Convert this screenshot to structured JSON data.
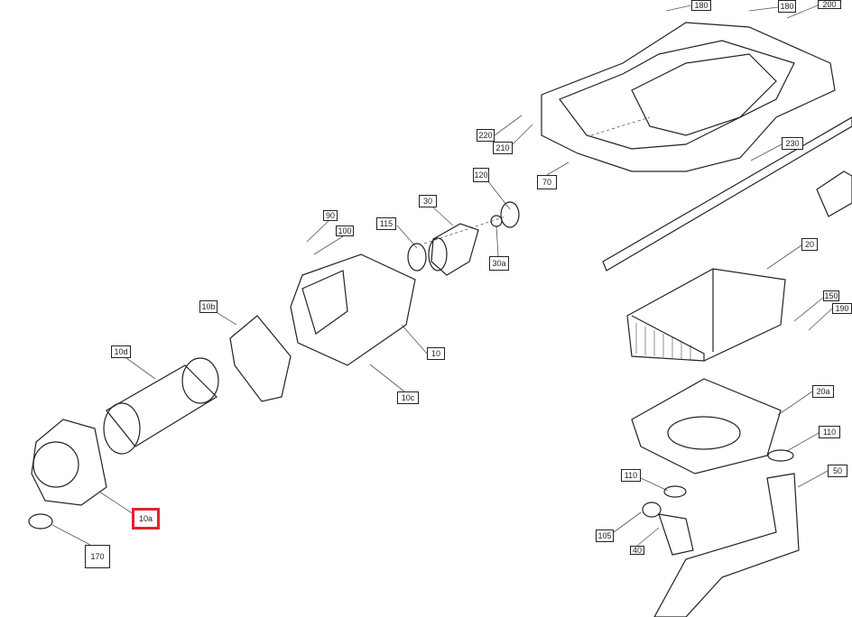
{
  "diagram": {
    "highlight_color": "#e0242b",
    "callouts": [
      {
        "id": "c180a",
        "label": "180"
      },
      {
        "id": "c180b",
        "label": "180"
      },
      {
        "id": "c200",
        "label": "200"
      },
      {
        "id": "c220",
        "label": "220"
      },
      {
        "id": "c210",
        "label": "210"
      },
      {
        "id": "c70",
        "label": "70"
      },
      {
        "id": "c230",
        "label": "230"
      },
      {
        "id": "c120",
        "label": "120"
      },
      {
        "id": "c30",
        "label": "30"
      },
      {
        "id": "c115",
        "label": "115"
      },
      {
        "id": "c90",
        "label": "90"
      },
      {
        "id": "c100",
        "label": "100"
      },
      {
        "id": "c30a",
        "label": "30a"
      },
      {
        "id": "c10b",
        "label": "10b"
      },
      {
        "id": "c10",
        "label": "10"
      },
      {
        "id": "c10c",
        "label": "10c"
      },
      {
        "id": "c10d",
        "label": "10d"
      },
      {
        "id": "c20",
        "label": "20"
      },
      {
        "id": "c150",
        "label": "150"
      },
      {
        "id": "c190",
        "label": "190"
      },
      {
        "id": "c20a",
        "label": "20a"
      },
      {
        "id": "c110a",
        "label": "110"
      },
      {
        "id": "c110b",
        "label": "110"
      },
      {
        "id": "c50",
        "label": "50"
      },
      {
        "id": "c105",
        "label": "105"
      },
      {
        "id": "c40",
        "label": "40"
      },
      {
        "id": "c10a",
        "label": "10a",
        "highlighted": true
      },
      {
        "id": "c170",
        "label": "170"
      }
    ]
  }
}
